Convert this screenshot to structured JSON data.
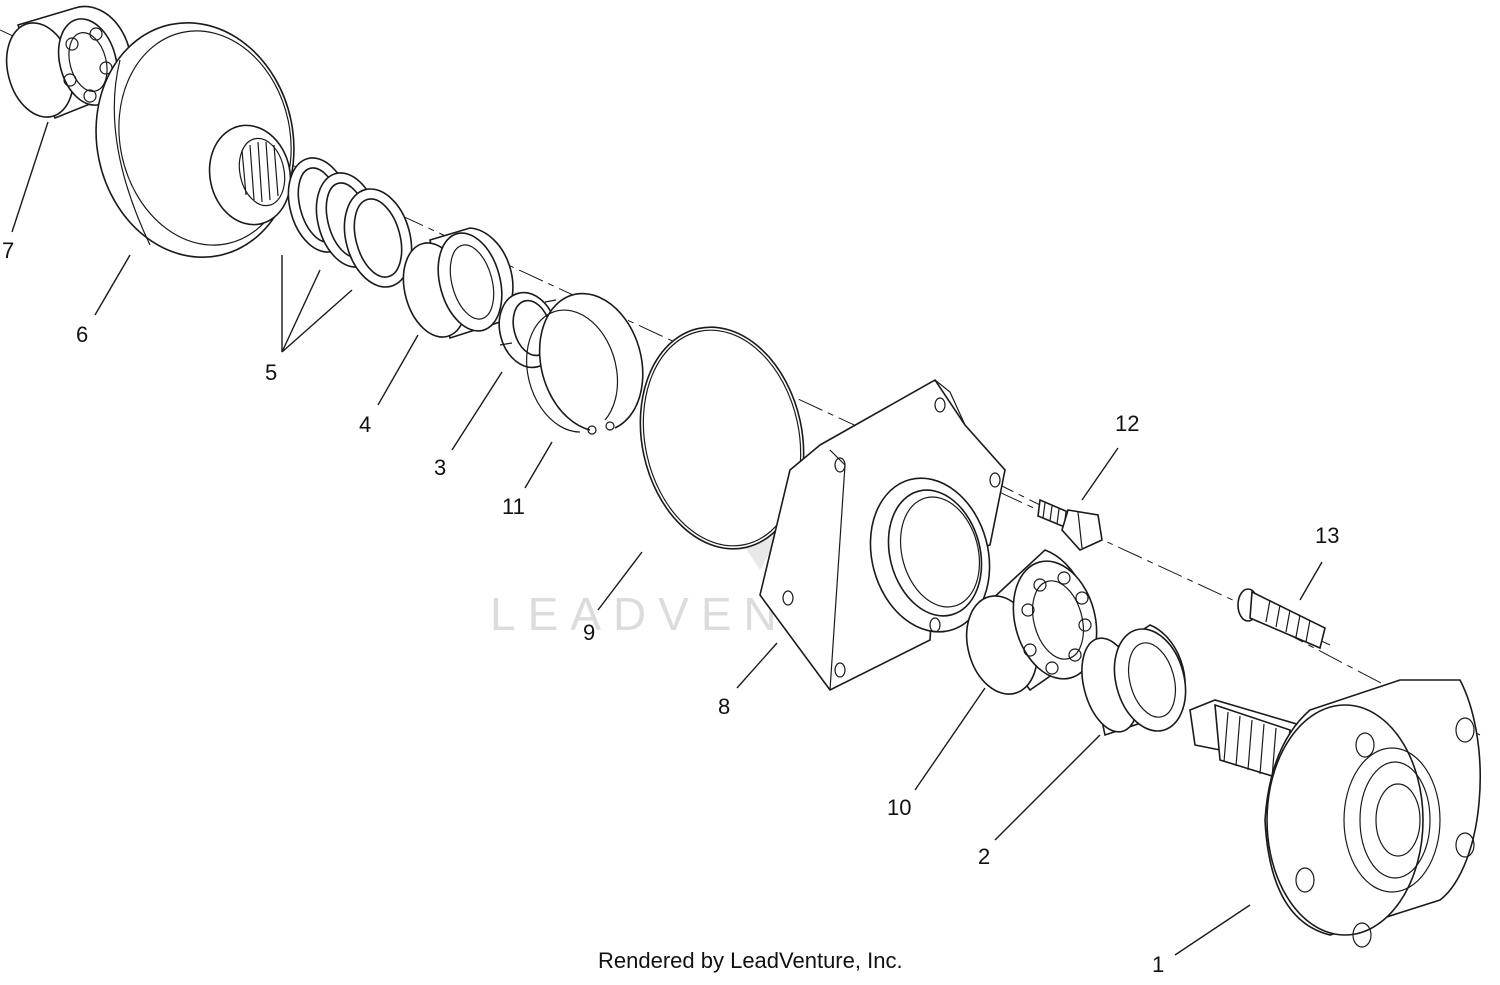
{
  "watermark": {
    "text": "LEADVENTURE"
  },
  "credit": "Rendered by LeadVenture, Inc.",
  "callouts": {
    "c1": "1",
    "c2": "2",
    "c3": "3",
    "c4": "4",
    "c5": "5",
    "c6": "6",
    "c7": "7",
    "c8": "8",
    "c9": "9",
    "c10": "10",
    "c11": "11",
    "c12": "12",
    "c13": "13"
  }
}
